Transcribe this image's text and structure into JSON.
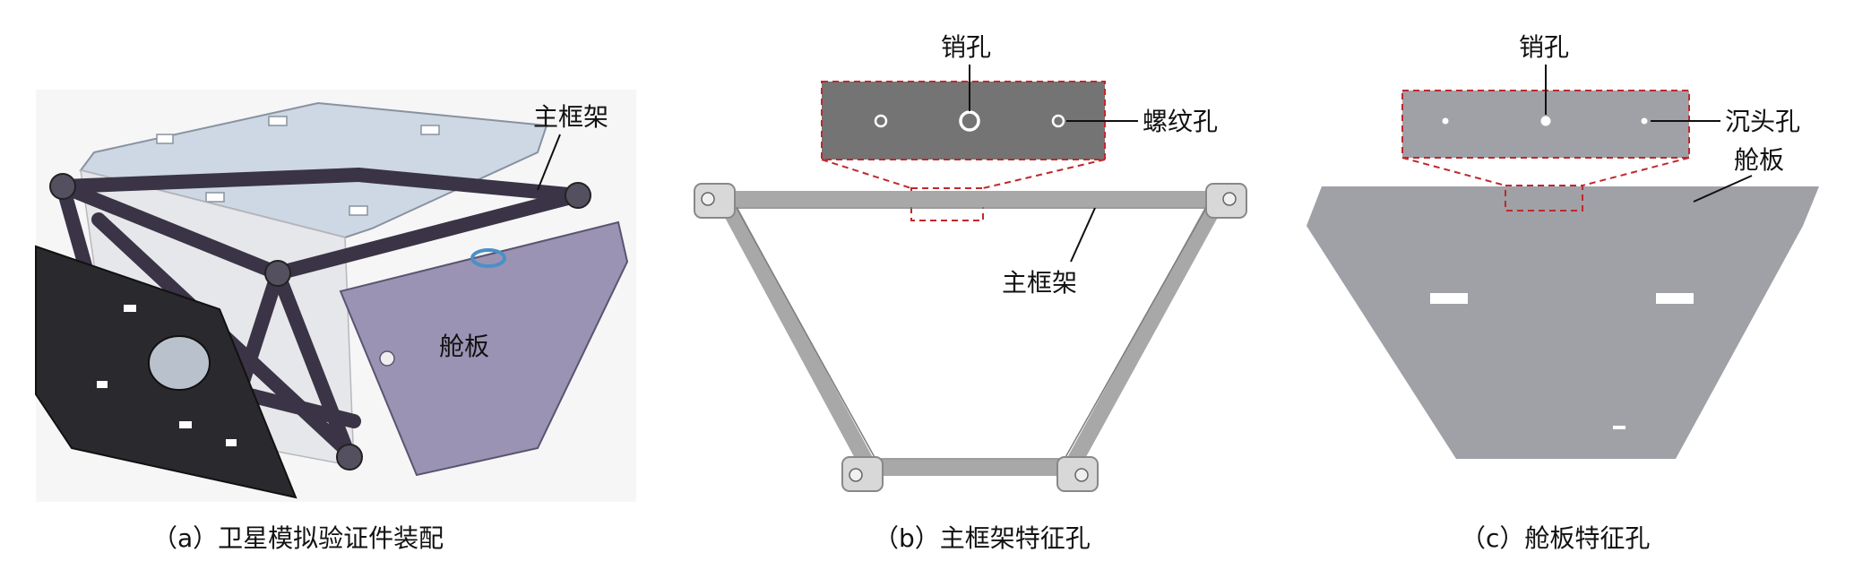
{
  "panels": {
    "a": {
      "caption": "（a）卫星模拟验证件装配",
      "labels": {
        "main_frame": "主框架",
        "cabin_panel": "舱板"
      }
    },
    "b": {
      "caption": "（b）主框架特征孔",
      "labels": {
        "pin_hole": "销孔",
        "thread_hole": "螺纹孔",
        "main_frame": "主框架"
      }
    },
    "c": {
      "caption": "（c）舱板特征孔",
      "labels": {
        "pin_hole": "销孔",
        "countersunk_hole": "沉头孔",
        "cabin_panel": "舱板"
      }
    }
  },
  "colors": {
    "frame_dark": "#3a3446",
    "plate_top": "#cdd8e4",
    "panel_black": "#2a2a2e",
    "panel_purple": "#9b93b3",
    "frame_grey": "#a8a8a8",
    "zoom_box": "#747474",
    "cabin_plate": "#9fa1a6",
    "dashed_red": "#c0282d"
  }
}
